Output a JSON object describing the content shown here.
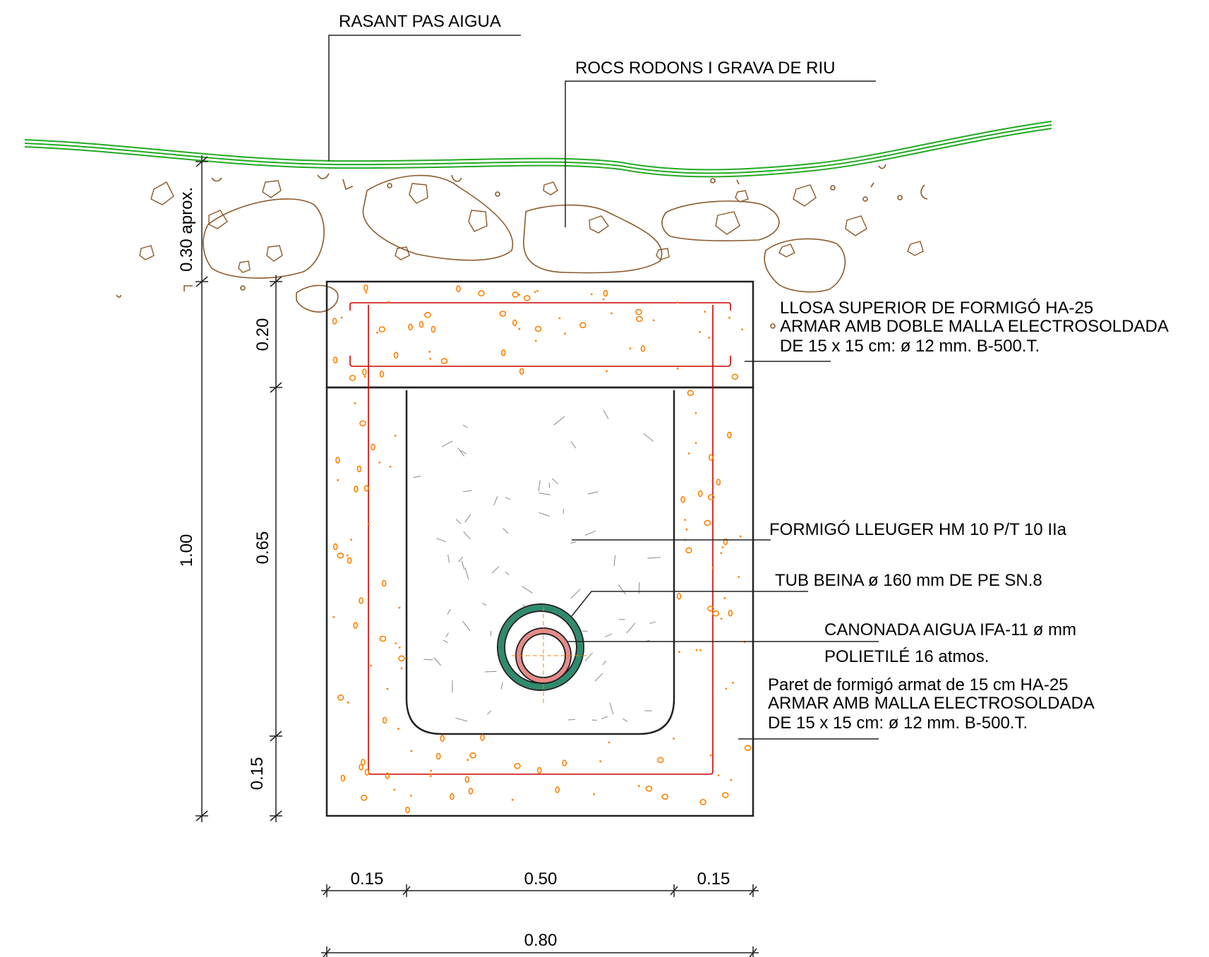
{
  "labels": {
    "rasant": "RASANT PAS AIGUA",
    "rocs": "ROCS RODONS I GRAVA DE RIU",
    "llosa": [
      "LLOSA SUPERIOR DE FORMIGÓ HA-25",
      "ARMAR AMB DOBLE MALLA ELECTROSOLDADA",
      "DE 15 x 15 cm: ø 12 mm. B-500.T."
    ],
    "formigo_lleuger": "FORMIGÓ LLEUGER HM 10 P/T 10 IIa",
    "tub_beina": "TUB BEINA  ø 160 mm DE PE SN.8",
    "canonada": [
      "CANONADA AIGUA IFA-11 ø  mm",
      "POLIETILÉ 16 atmos."
    ],
    "paret": [
      "Paret de formigó armat de 15 cm HA-25",
      "ARMAR AMB MALLA ELECTROSOLDADA",
      "DE 15 x 15 cm: ø 12 mm. B-500.T."
    ]
  },
  "dimensions": {
    "fill_depth": "0.30 aprox.",
    "total_height": "1.00",
    "slab_thickness": "0.20",
    "channel_height": "0.65",
    "base_thickness": "0.15",
    "left_wall": "0.15",
    "channel_width": "0.50",
    "right_wall": "0.15",
    "total_width": "0.80"
  },
  "colors": {
    "surface_line": "#22aa22",
    "rocks": "#8b5a2b",
    "concrete_aggregate": "#ff8000",
    "reinforcement": "#cc0000",
    "sheath_pipe": "#2e8b6e",
    "water_pipe": "#e88a8a",
    "outline": "#222222"
  }
}
